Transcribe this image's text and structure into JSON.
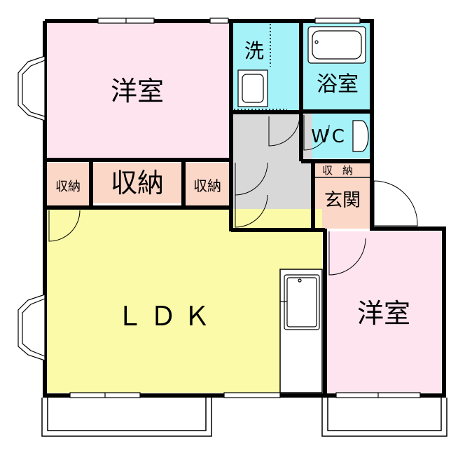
{
  "rooms": {
    "western_room_1": "洋室",
    "western_room_2": "洋室",
    "laundry": "洗",
    "bath": "浴室",
    "wc": "WC",
    "storage_small_left": "収納",
    "storage_main": "収納",
    "storage_small_right": "収納",
    "entrance_storage": "収納",
    "entrance": "玄関",
    "ldk": "ＬＤＫ"
  },
  "colors": {
    "western_room": "#fde4ef",
    "wet_area": "#a6f2f9",
    "storage": "#fbd7c8",
    "ldk": "#fafaa8",
    "hall": "#d8d8d8",
    "wall": "#000000"
  }
}
